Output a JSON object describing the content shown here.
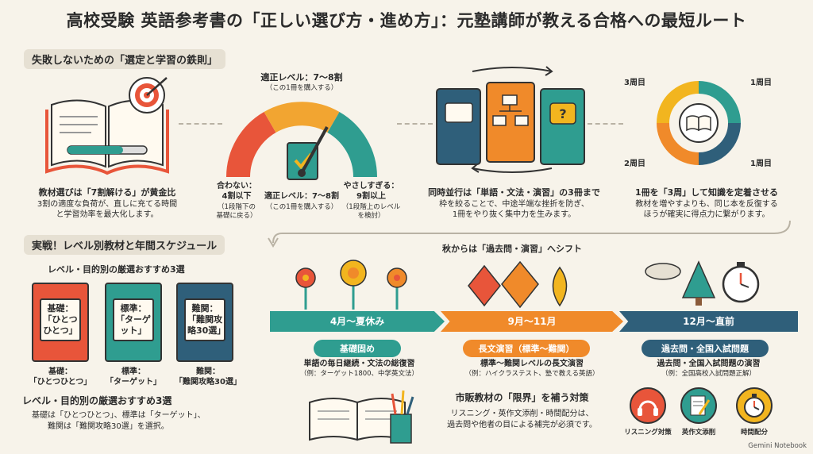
{
  "title": "高校受験 英語参考書の「正しい選び方・進め方」：元塾講師が教える合格への最短ルート",
  "section1": {
    "label": "失敗しないための「選定と学習の鉄則」",
    "rule1": {
      "title": "教材選びは「7割解ける」が黄金比",
      "desc1": "3割の適度な負荷が、直しに充てる時間",
      "desc2": "と学習効率を最大化します。"
    },
    "gauge": {
      "top_label": "適正レベル：7〜8割",
      "top_sub": "（この1冊を購入する）",
      "left_label1": "合わない：",
      "left_label2": "4割以下",
      "left_sub1": "（1段階下の",
      "left_sub2": "基礎に戻る）",
      "center_label": "適正レベル：7〜8割",
      "center_sub": "（この1冊を購入する）",
      "right_label1": "やさしすぎる：",
      "right_label2": "9割以上",
      "right_sub1": "（1段階上のレベル",
      "right_sub2": "を検討）"
    },
    "rule2": {
      "title": "同時並行は「単語・文法・演習」の3冊まで",
      "desc1": "枠を絞ることで、中途半端な挫折を防ぎ、",
      "desc2": "1冊をやり抜く集中力を生みます。"
    },
    "rule3": {
      "title": "1冊を「3周」して知識を定着させる",
      "desc1": "教材を増やすよりも、同じ本を反復する",
      "desc2": "ほうが確実に得点力に繋がります。",
      "lap_tl": "3周目",
      "lap_tr": "1周目",
      "lap_bl": "2周目",
      "lap_br": "1周目"
    }
  },
  "section2": {
    "label": "実戦！レベル別教材と年間スケジュール",
    "books_title": "レベル・目的別の厳選おすすめ3選",
    "books": [
      {
        "cover": "基礎：「ひとつひとつ」",
        "caption1": "基礎：",
        "caption2": "「ひとつひとつ」",
        "color": "#e8553a"
      },
      {
        "cover": "標準：「ターゲット」",
        "caption1": "標準：",
        "caption2": "「ターゲット」",
        "color": "#2f9d90"
      },
      {
        "cover": "難関：「難関攻略30選」",
        "caption1": "難関：",
        "caption2": "「難関攻略30選」",
        "color": "#2f5f7a"
      }
    ],
    "books_summary_title": "レベル・目的別の厳選おすすめ3選",
    "books_summary1": "基礎は「ひとつひとつ」、標準は「ターゲット」、",
    "books_summary2": "難関は「難関攻略30選」を選択。",
    "shift_label": "秋からは「過去問・演習」へシフト",
    "phases": [
      {
        "period": "4月〜夏休み",
        "tag": "基礎固め",
        "desc1": "単語の毎日継続・文法の総復習",
        "desc2": "（例：ターゲット1800、中学英文法）",
        "color": "#2f9d90"
      },
      {
        "period": "9月〜11月",
        "tag": "長文演習（標準〜難関）",
        "desc1": "標準〜難関レベルの長文演習",
        "desc2": "（例：ハイクラステスト、塾で教える英語）",
        "color": "#f08a2a"
      },
      {
        "period": "12月〜直前",
        "tag": "過去問・全国入試問題",
        "desc1": "過去問・全国入試問題の演習",
        "desc2": "（例：全国高校入試問題正解）",
        "color": "#2f5f7a"
      }
    ],
    "limit": {
      "title": "市販教材の「限界」を補う対策",
      "desc1": "リスニング・英作文添削・時間配分は、",
      "desc2": "過去問や他者の目による補完が必須です。"
    },
    "icons": [
      {
        "label": "リスニング対策",
        "icon": "headphones-icon",
        "color": "#e8553a"
      },
      {
        "label": "英作文添削",
        "icon": "pen-paper-icon",
        "color": "#2f9d90"
      },
      {
        "label": "時間配分",
        "icon": "stopwatch-icon",
        "color": "#f2b51f"
      }
    ]
  },
  "watermark": "Gemini Notebook",
  "colors": {
    "orange": "#e8553a",
    "teal": "#2f9d90",
    "navy": "#2f5f7a",
    "amber": "#f08a2a",
    "yellow": "#f2b51f"
  }
}
